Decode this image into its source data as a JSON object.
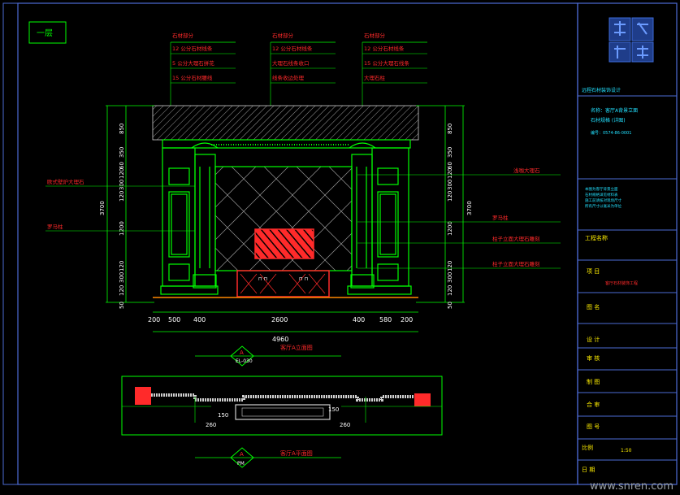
{
  "sheet": {
    "floor_label": "一层",
    "title_block": {
      "company": "远程石材装饰设计",
      "line1": "名称：客厅A背景立面",
      "line2": "石材规格 (详图)",
      "line3": "编号：0574-86-0001",
      "engineering": "工程名称",
      "project_label": "项 目",
      "project_value": "客厅石材装饰工程",
      "drawing_name_label": "图 名",
      "design_label": "设 计",
      "review_label": "审 核",
      "draw_label": "制 图",
      "approve_label": "合 审",
      "number_label": "图 号",
      "scale_label": "比例",
      "scale_value": "1:50",
      "date_label": "日 期"
    },
    "notes_block": "本图为客厅背景立面\n石材规格详见材料表\n施工前请核对现场尺寸\n所有尺寸以毫米为单位"
  },
  "callouts_top": [
    {
      "col": "left",
      "items": [
        "石材部分",
        "12 公分石材线条",
        "5 公分大理石拼花",
        "15 公分石材腰线"
      ]
    },
    {
      "col": "mid",
      "items": [
        "石材部分",
        "12 公分石材线条",
        "大理石线条收口",
        "线条收边处理"
      ]
    },
    {
      "col": "right",
      "items": [
        "石材部分",
        "12 公分石材线条",
        "15 公分大理石线条",
        "大理石柱"
      ]
    }
  ],
  "callouts_left": [
    "欧式壁炉大理石",
    "罗马柱"
  ],
  "callouts_right": [
    "浅咖大理石",
    "罗马柱",
    "柱子立面大理石雕刻",
    "柱子立面大理石雕刻"
  ],
  "dims_bottom": [
    "200",
    "500",
    "400",
    "2600",
    "400",
    "580",
    "200"
  ],
  "dim_total": "4960",
  "dims_left_outer": "3700",
  "dims_left": [
    "850",
    "350",
    "60",
    "120",
    "300",
    "120",
    "1200",
    "120",
    "300",
    "120",
    "50"
  ],
  "dims_right_outer": "3700",
  "dims_right": [
    "850",
    "350",
    "60",
    "120",
    "300",
    "120",
    "1200",
    "120",
    "300",
    "120",
    "50"
  ],
  "elevation_tag": {
    "letter": "A",
    "sheet": "EL-030",
    "title": "客厅A立面图"
  },
  "plan_tag": {
    "letter": "A",
    "sheet": "PM",
    "title": "客厅A平面图"
  },
  "plan_dims": [
    "260",
    "150",
    "150",
    "260"
  ],
  "watermark": "www.snren.com",
  "colors": {
    "background": "#000000",
    "green": "#00ff00",
    "red": "#ff2a2a",
    "yellow": "#ffee00",
    "cyan": "#22e0ff",
    "frame": "#4d6bd4"
  }
}
